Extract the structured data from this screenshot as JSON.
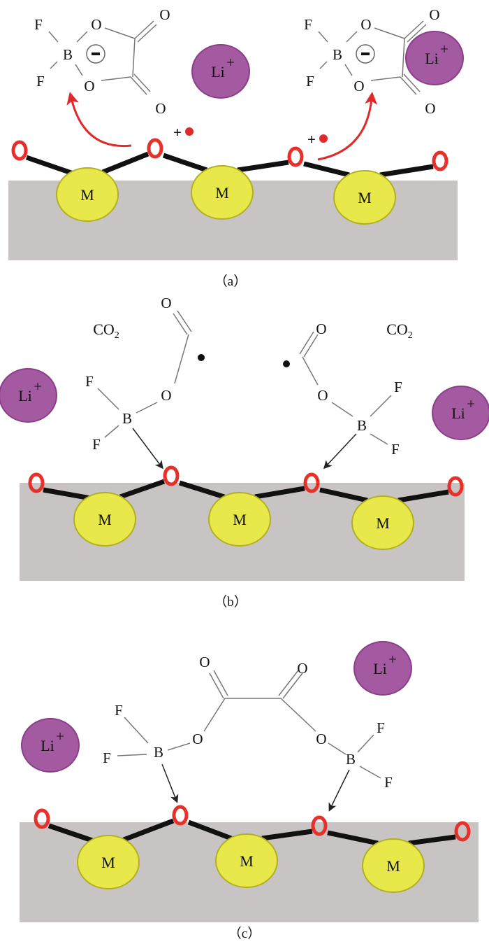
{
  "atoms": {
    "metal": "M",
    "oxygen": "O",
    "fluorine": "F",
    "boron": "B",
    "lithium": "Li",
    "plus": "+"
  },
  "co2": {
    "main": "CO",
    "sub": "2"
  },
  "captions": [
    "（a）",
    "（b）",
    "（c）"
  ],
  "colors": {
    "substrate": "#c8c4c4",
    "metal": "#e8e84a",
    "metal_stroke": "#b0b020",
    "surface_oxygen": "#e8302a",
    "lithium": "#a45aa0",
    "arrow": "#e02a2a"
  }
}
